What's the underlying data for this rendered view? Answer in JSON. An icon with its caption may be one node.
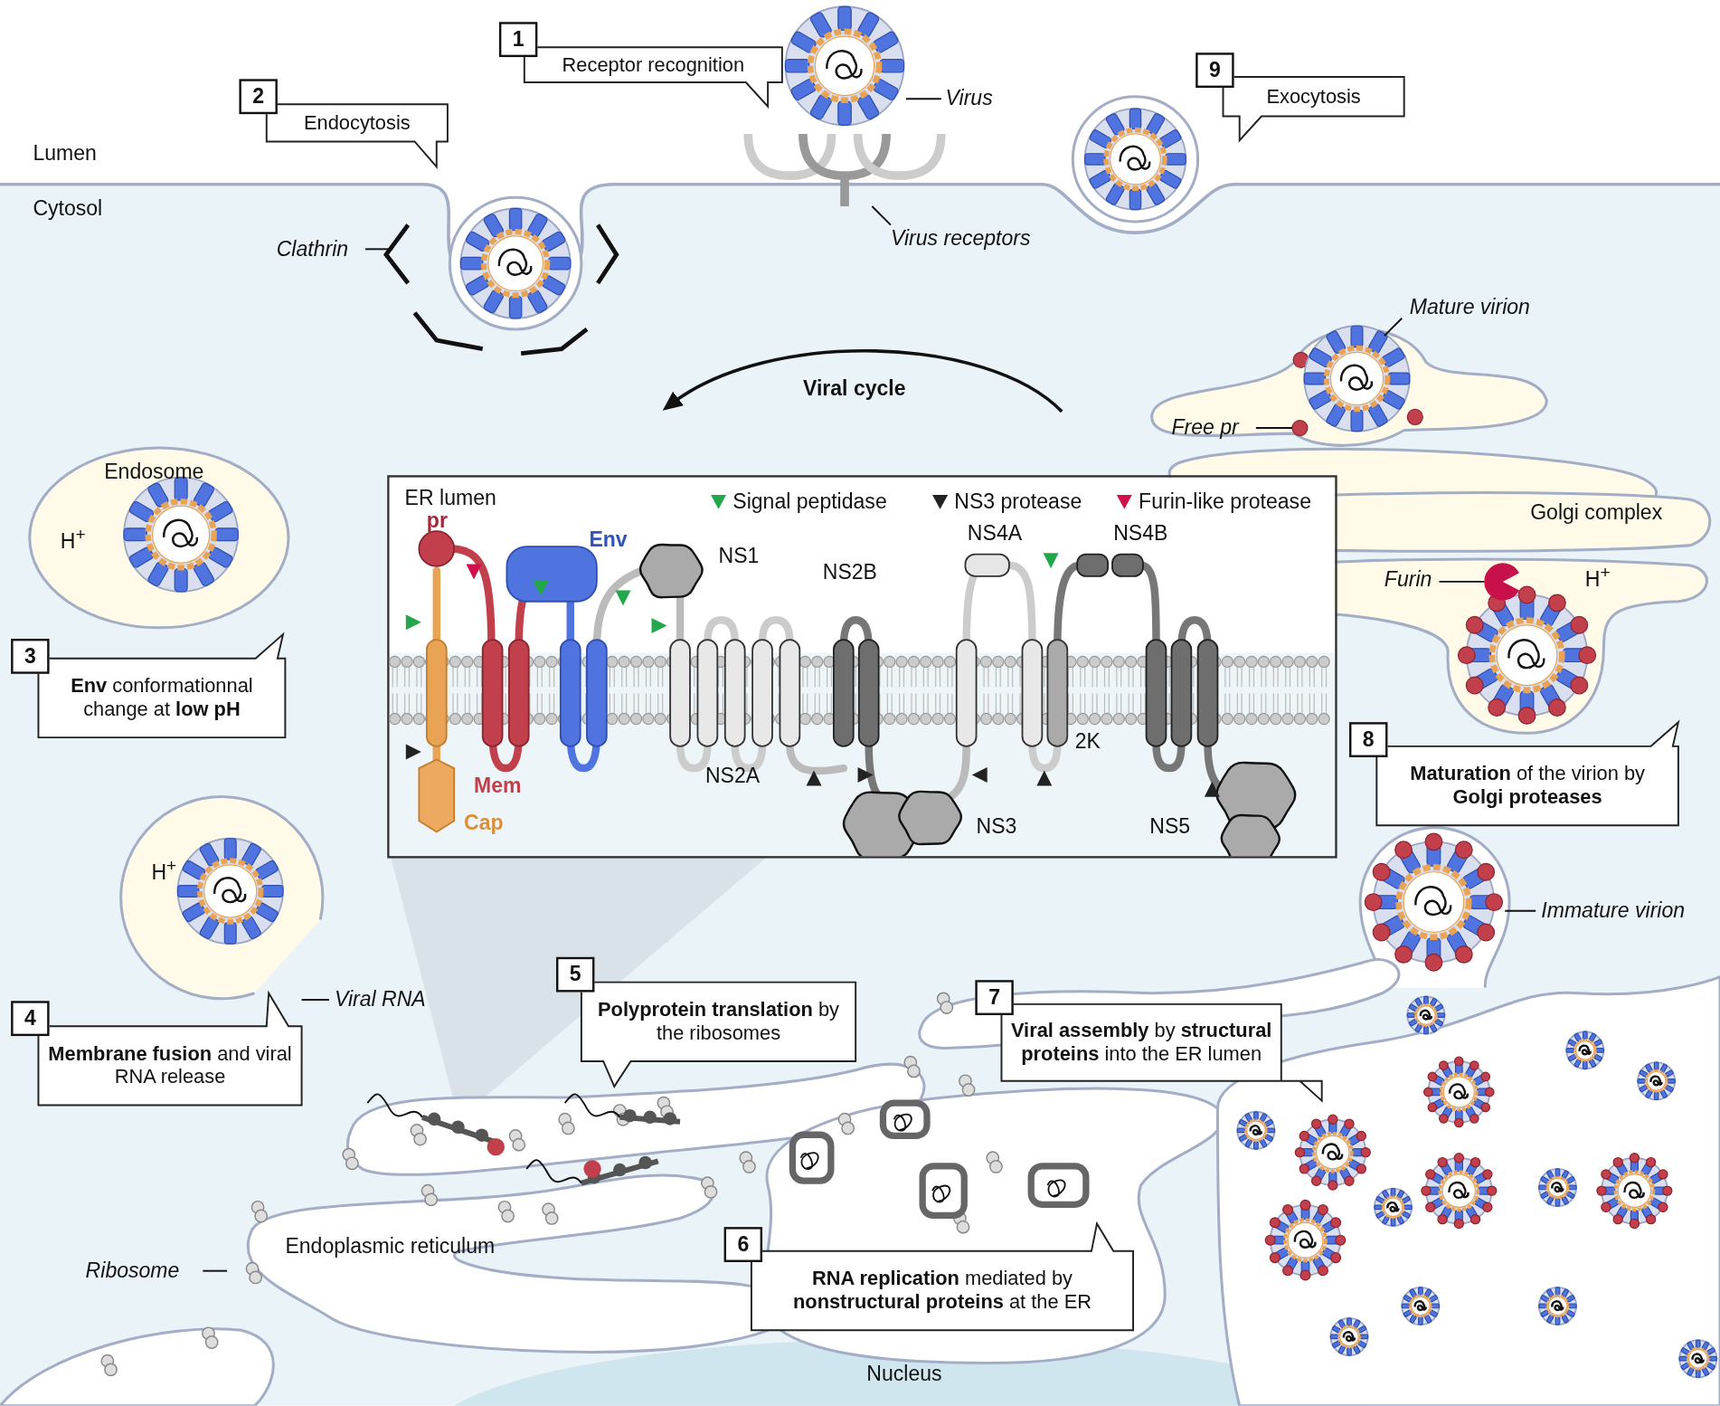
{
  "diagram": {
    "nodes": [
      {
        "text": [
          "1",
          "Receptor recognition"
        ]
      },
      {
        "text": [
          "9",
          "Exocytosis"
        ]
      },
      {
        "text": [
          "2",
          "Endocytosis"
        ]
      },
      {
        "text": [
          "Virus"
        ]
      },
      {
        "text": [
          "Virus receptors"
        ]
      },
      {
        "text": [
          "Clathrin"
        ]
      },
      {
        "text": [
          "Mature virion"
        ]
      },
      {
        "text": [
          "Free pr"
        ]
      },
      {
        "text": [
          "ER lumen"
        ]
      },
      {
        "text": [
          "Furin"
        ]
      },
      {
        "text": [
          "3",
          "**Env** conformationnal change at **low pH**"
        ]
      },
      {
        "text": [
          "8",
          "**Maturation** of the virion by **Golgi proteases**"
        ]
      },
      {
        "text": [
          "Immature virion"
        ]
      },
      {
        "text": [
          "4",
          "**Membrane fusion** and viral RNA release"
        ]
      },
      {
        "text": [
          "Viral RNA"
        ]
      },
      {
        "text": [
          "5",
          "**Polyprotein translation** by the ribosomes"
        ]
      },
      {
        "text": [
          "7",
          "**Viral assembly** by **structural proteins** into the ER lumen"
        ]
      },
      {
        "text": [
          "6",
          "**RNA replication** mediated by **nonstructural proteins** at the ER"
        ]
      },
      {
        "text": [
          "Ribosome"
        ]
      },
      {
        "text": [],
        "shape": "picture"
      },
      {
        "text": [],
        "shape": "picture"
      },
      {
        "text": [],
        "shape": "circle"
      },
      {
        "text": [],
        "shape": "picture"
      },
      {
        "text": [],
        "shape": "picture"
      }
    ],
    "edges": [
      {
        "from": 3,
        "to": 19,
        "arrow": "none"
      },
      {
        "from": 4,
        "to": null,
        "arrow": "none"
      },
      {
        "from": 5,
        "to": null,
        "arrow": "none"
      },
      {
        "from": 6,
        "to": 20,
        "arrow": "none"
      },
      {
        "from": 7,
        "to": 21,
        "arrow": "none"
      },
      {
        "from": 9,
        "to": 22,
        "arrow": "none"
      },
      {
        "from": 12,
        "to": 23,
        "arrow": "none"
      },
      {
        "from": 14,
        "to": null,
        "arrow": "none"
      },
      {
        "from": 18,
        "to": null,
        "arrow": "none"
      }
    ],
    "labels": [
      "Lumen",
      "Cytosol",
      "Viral cycle",
      "Endosome",
      "H$^{+}$",
      "Golgi complex",
      "H$^{+}$",
      "pr",
      "Env",
      "NS1",
      "NS2B",
      "NS4A",
      "NS4B",
      "2K",
      "Mem",
      "NS2A",
      "Cap",
      "NS3",
      "NS5",
      "H$^{+}$",
      "Endoplasmic reticulum",
      "Nucleus"
    ],
    "legend": [
      {
        "text": "Signal peptidase",
        "color": "#22a84a"
      },
      {
        "text": "NS3 protease",
        "color": "#222222"
      },
      {
        "text": "Furin-like protease",
        "color": "#d0104c"
      }
    ]
  }
}
